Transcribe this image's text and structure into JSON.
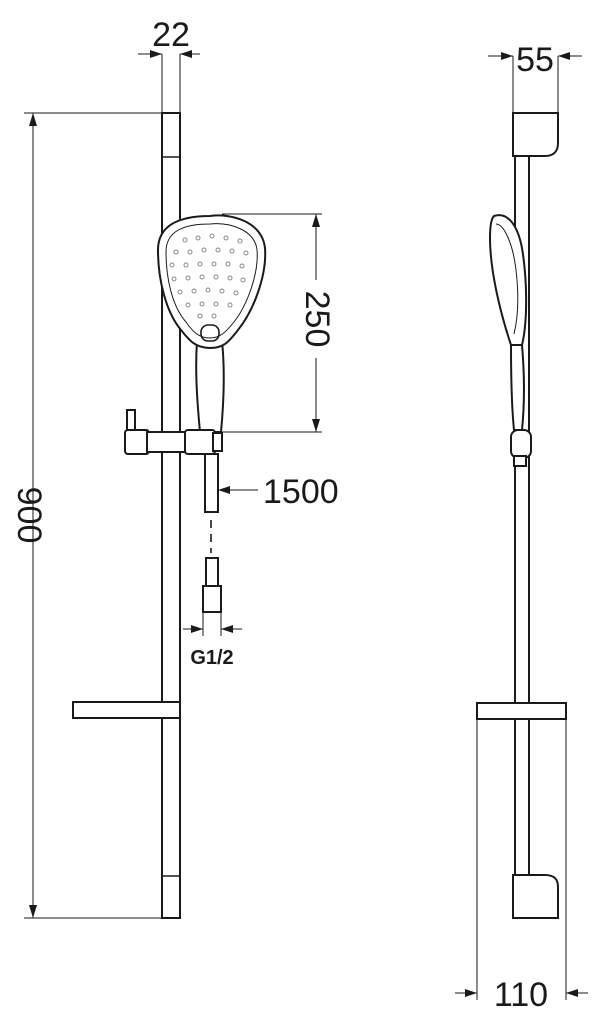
{
  "dimensions": {
    "rail_width": "22",
    "rail_height": "900",
    "head_height": "250",
    "hose_length": "1500",
    "connection": "G1/2",
    "side_depth": "55",
    "soap_dish_depth": "110"
  },
  "colors": {
    "line": "#1a1a1a",
    "background": "#ffffff"
  }
}
